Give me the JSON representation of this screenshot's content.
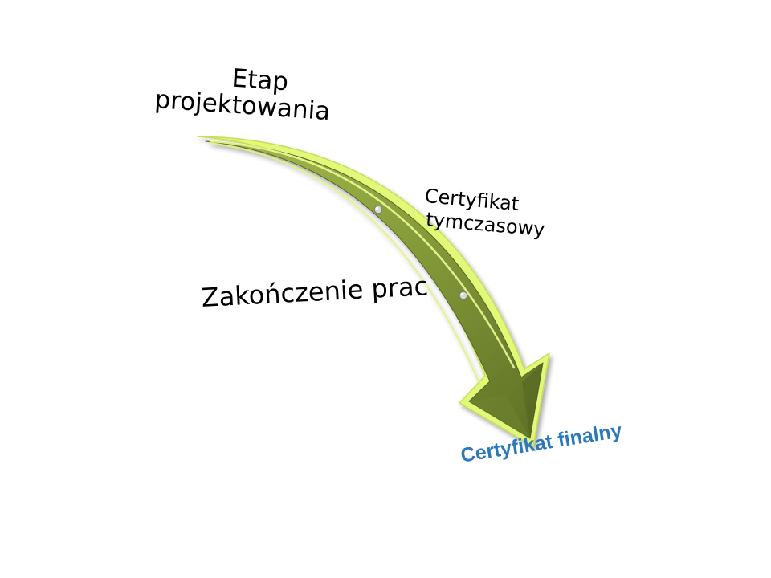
{
  "diagram": {
    "labels": {
      "design_stage_line1": "Etap",
      "design_stage_line2": "projektowania",
      "temporary_certificate_line1": "Certyfikat",
      "temporary_certificate_line2": "tymczasowy",
      "work_completion": "Zakończenie prac",
      "final_certificate": "Certyfikat finalny"
    },
    "colors": {
      "arrow_body": "#8a9f3c",
      "arrow_dark": "#5e7026",
      "arrow_highlight": "#d8f06a",
      "arrow_edge": "#eaff82",
      "final_label": "#2c78b9",
      "text": "#000000"
    }
  }
}
